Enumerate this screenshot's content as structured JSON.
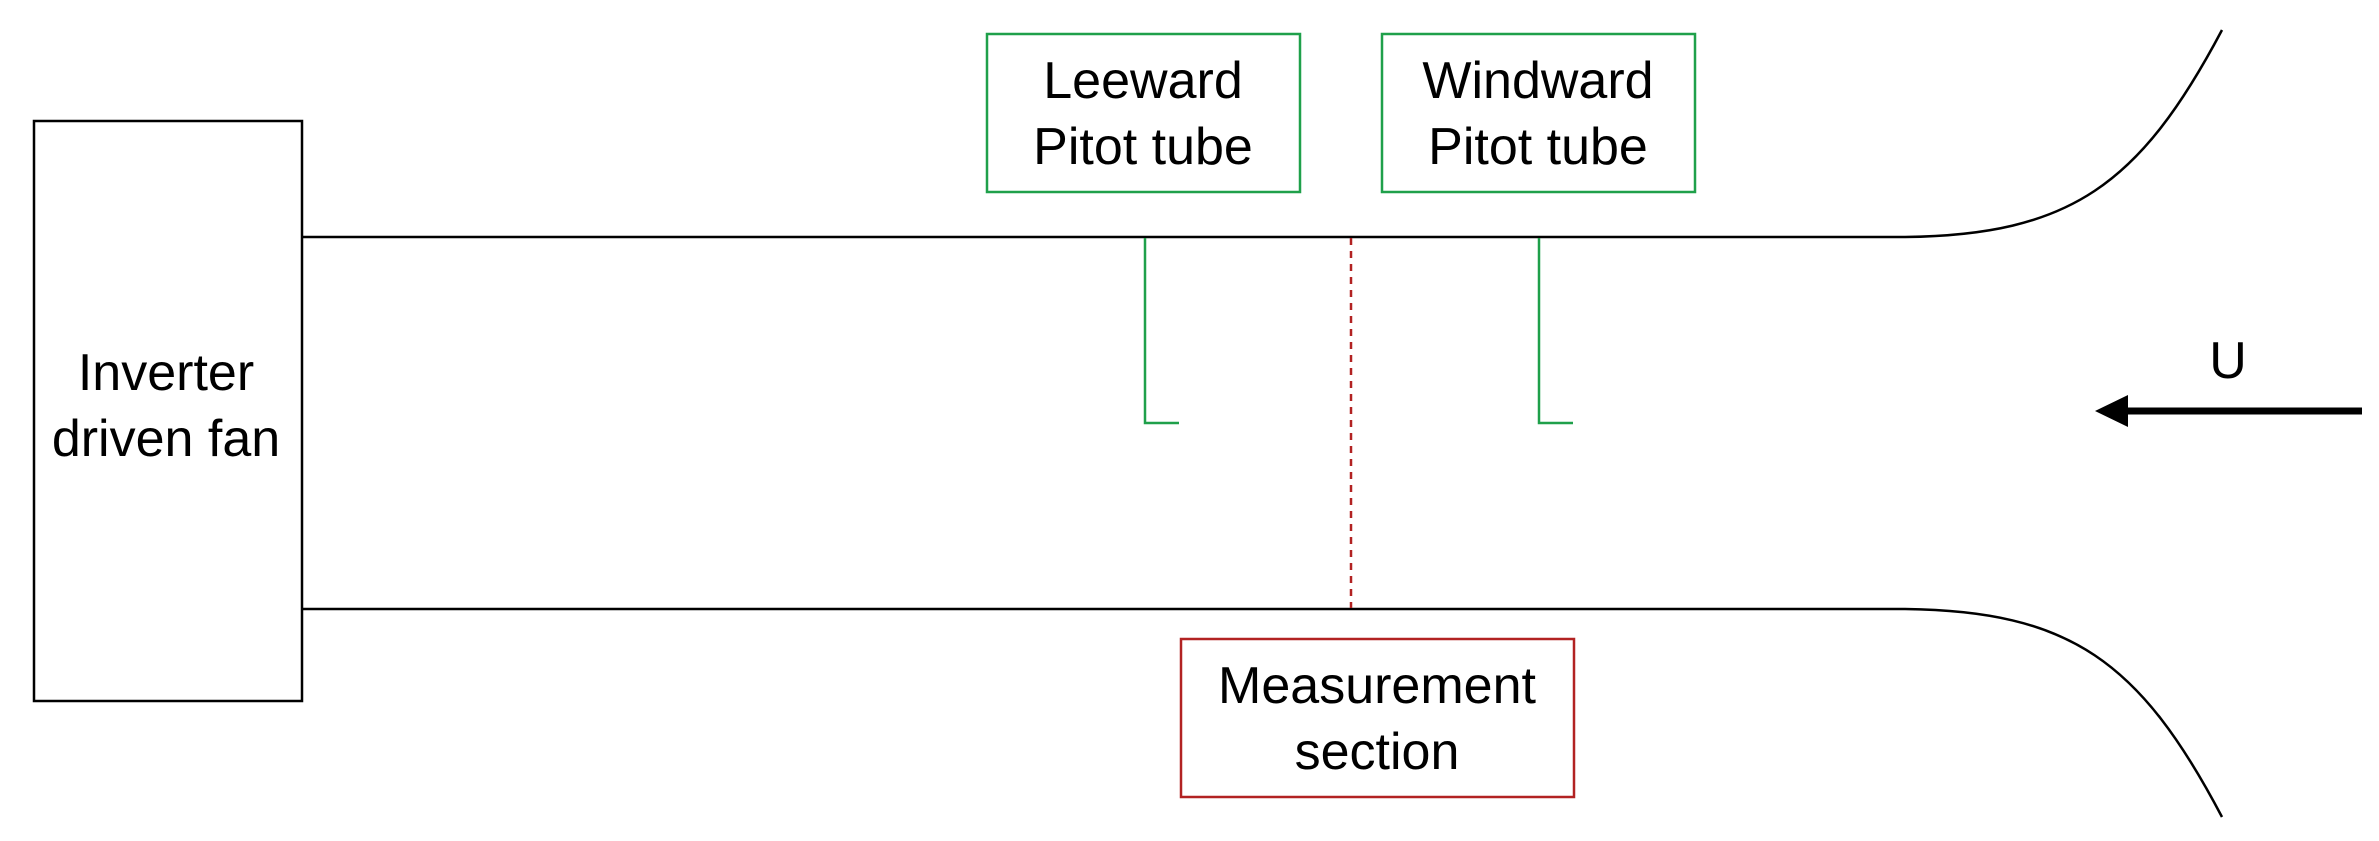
{
  "fan": {
    "line1": "Inverter",
    "line2": "driven fan"
  },
  "leeward": {
    "line1": "Leeward",
    "line2": "Pitot tube"
  },
  "windward": {
    "line1": "Windward",
    "line2": "Pitot tube"
  },
  "measurement": {
    "line1": "Measurement",
    "line2": "section"
  },
  "flow": {
    "label": "U"
  },
  "colors": {
    "outline": "#000000",
    "pitot": "#1fa04a",
    "measurement": "#b22222"
  }
}
